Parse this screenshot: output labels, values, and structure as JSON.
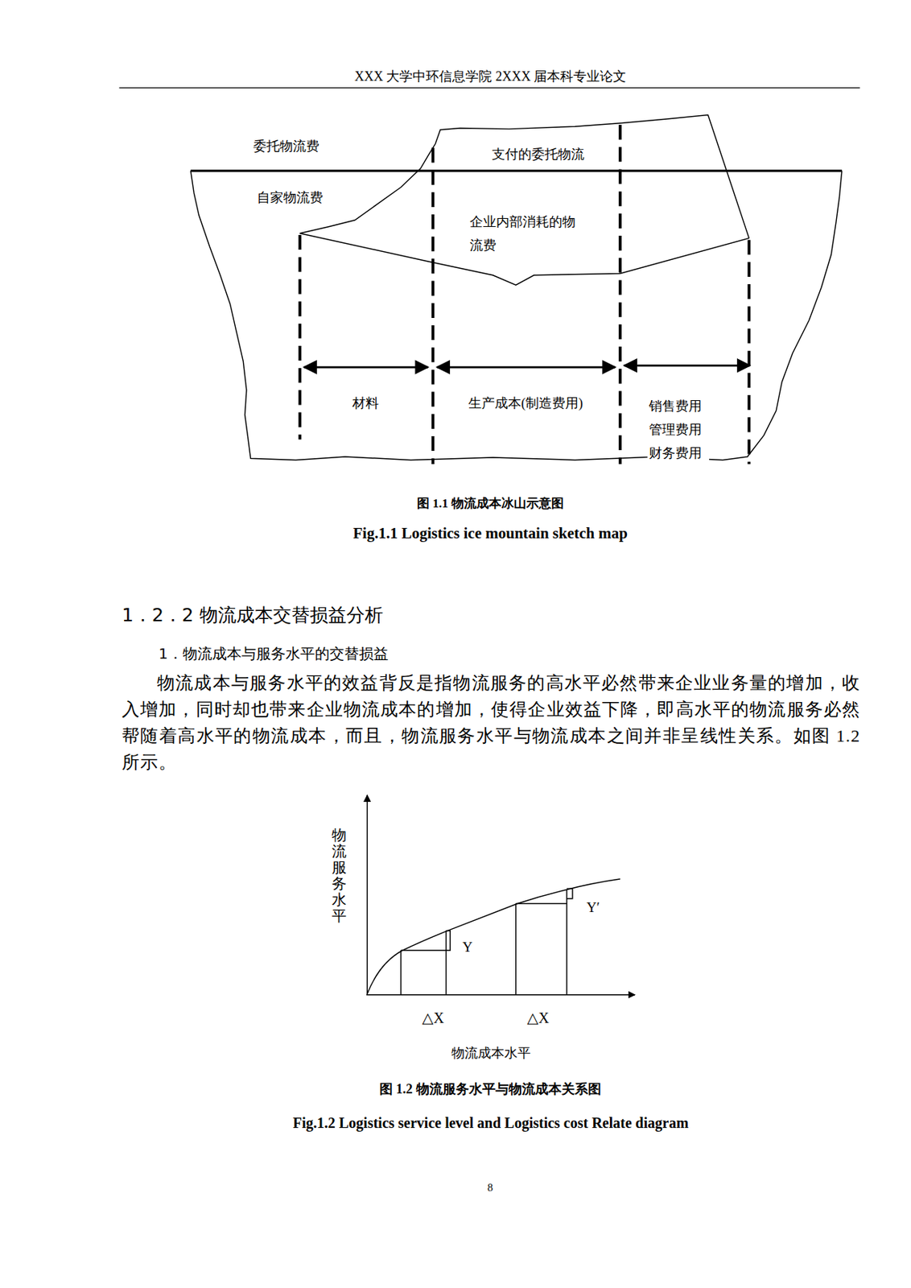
{
  "diagram": {
    "labels": [
      "XXX 大学中环信息学院 2XXX 届本科专业论文",
      "委托物流费",
      "支付的委托物流",
      "自家物流费",
      "企业内部消耗的物 流费",
      "材料",
      "生产成本(制造费用)",
      "销售费用 管理费用 财务费用",
      "图 1.1 物流成本冰山示意图",
      "Fig.1.1 Logistics ice mountain sketch map",
      "1．2．2 物流成本交替损益分析",
      "1．物流成本与服务水平的交替损益",
      "物流成本与服务水平的效益背反是指物流服务的高水平必然带来企业业务量的增加，收入增加，同时却也带来企业物流成本的增加，使得企业效益下降，即高水平的物流服务必然帮随着高水平的物流成本，而且，物流服务水平与物流成本之间并非呈线性关系。如图 1.2 所示。",
      "物流服务水平",
      "Y",
      "Y′",
      "△X",
      "△X",
      "物流成本水平",
      "图 1.2 物流服务水平与物流成本关系图",
      "Fig.1.2 Logistics service level and Logistics cost Relate diagram",
      "8"
    ]
  }
}
